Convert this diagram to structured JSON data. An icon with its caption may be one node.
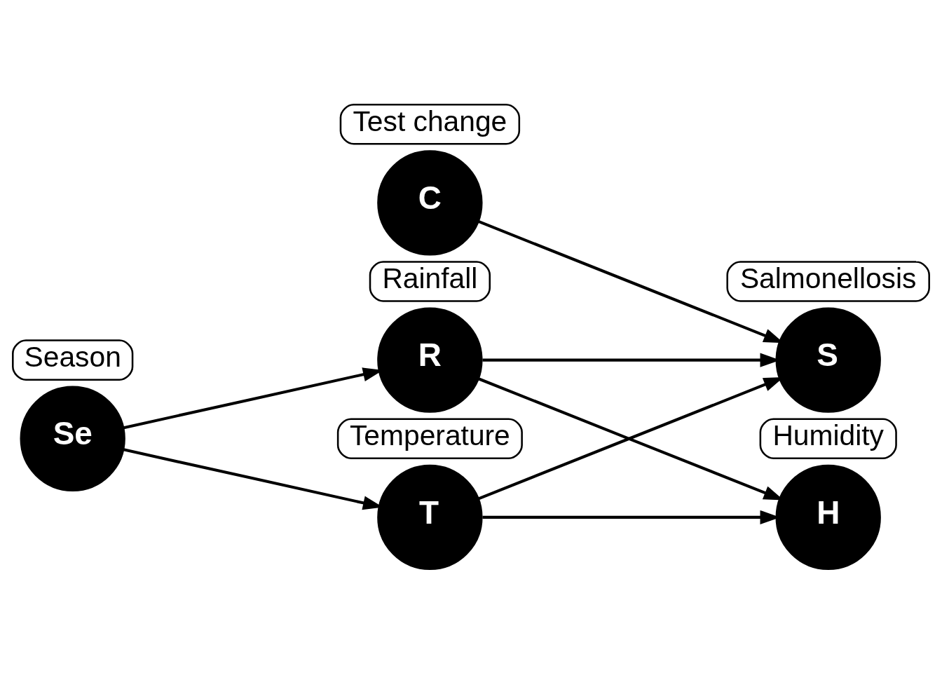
{
  "diagram": {
    "nodes": [
      {
        "text": [
          "H"
        ],
        "beside": [
          "Humidity"
        ]
      },
      {
        "text": [
          "T"
        ],
        "beside": [
          "Temperature"
        ]
      },
      {
        "text": [
          "S"
        ],
        "beside": [
          "Salmonellosis"
        ]
      },
      {
        "text": [
          "C"
        ],
        "beside": [
          "Test change"
        ]
      },
      {
        "text": [
          "R"
        ],
        "beside": [
          "Rainfall"
        ]
      },
      {
        "text": [
          "Se"
        ],
        "beside": [
          "Season"
        ]
      }
    ],
    "edges": [
      {
        "from": 1,
        "to": 0,
        "arrow": "to"
      },
      {
        "from": 4,
        "to": 0,
        "arrow": "to"
      },
      {
        "from": 1,
        "to": 2,
        "arrow": "to"
      },
      {
        "from": 4,
        "to": 2,
        "arrow": "to"
      },
      {
        "from": 3,
        "to": 2,
        "arrow": "to"
      },
      {
        "from": 5,
        "to": 1,
        "arrow": "to"
      },
      {
        "from": 5,
        "to": 4,
        "arrow": "to"
      }
    ]
  }
}
